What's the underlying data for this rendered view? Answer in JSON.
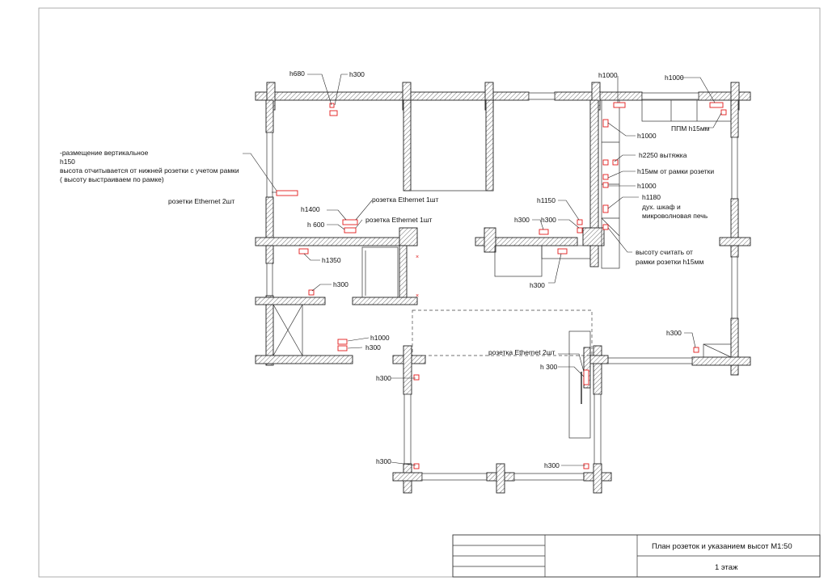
{
  "drawing": {
    "title": "План розеток и указанием высот М1:50",
    "floor": "1 этаж"
  },
  "notes": {
    "vertical_placement": [
      "-размещение вертикальное",
      "h150",
      "высота отчитывается от нижней розетки с учетом рамки",
      "( высоту выстраиваем по рамке)"
    ],
    "ethernet_2_left": "розетки Ethernet 2шт",
    "measure_from_frame": [
      "высоту считать от",
      "рамки розетки h15мм"
    ]
  },
  "labels": {
    "h680": "h680",
    "h300_top": "h300",
    "h1400": "h1400",
    "h600": "h 600",
    "ethernet_1a": "розетка Ethernet 1шт",
    "ethernet_1b": "розетка Ethernet 1шт",
    "h1350": "h1350",
    "h300_wc": "h300",
    "h1000_hall": "h1000",
    "h300_hall": "h300",
    "h300_living_left": "h300",
    "h300_living_bottom_left": "h300",
    "h300_living_bottom_right": "h300",
    "ethernet_2_right": "розетка Ethernet 2шт",
    "h300_column": "h 300",
    "h1150": "h1150",
    "h300_k1": "h300",
    "h300_k2": "h300",
    "h300_k3": "h300",
    "h1000_top_kitchen": "h1000",
    "h1000_top_right": "h1000",
    "h1000_k": "h1000",
    "ppm": "ППМ h15мм",
    "h2250": "h2250 вытяжка",
    "h15mm": "h15мм от рамки розетки",
    "h1000_k2": "h1000",
    "h1180": "h1180",
    "oven": "дух. шкаф и",
    "microwave": "микроволновая печь",
    "h300_right": "h300"
  },
  "colors": {
    "socket": "#e21a1a",
    "line": "#222222"
  }
}
